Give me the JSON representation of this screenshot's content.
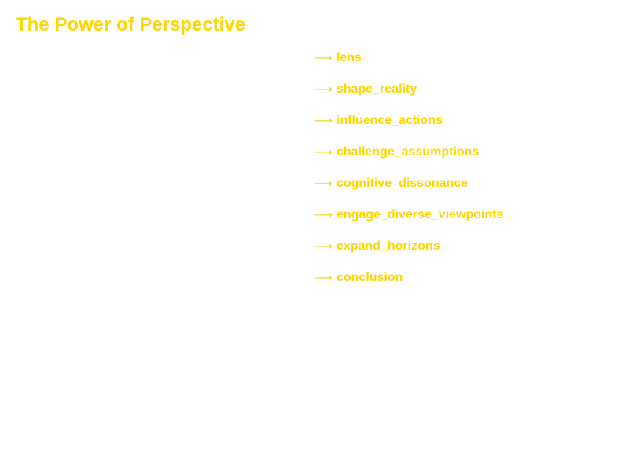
{
  "page": {
    "title": "The Power of Perspective",
    "accent_color": "#FFD700",
    "background_color": "#ffffff"
  },
  "nav": {
    "arrow_glyph": "⟶",
    "items": [
      {
        "label": "lens"
      },
      {
        "label": "shape_reality"
      },
      {
        "label": "influence_actions"
      },
      {
        "label": "challenge_assumptions"
      },
      {
        "label": "cognitive_dissonance"
      },
      {
        "label": "engage_diverse_viewpoints"
      },
      {
        "label": "expand_horizons"
      },
      {
        "label": "conclusion"
      }
    ]
  }
}
